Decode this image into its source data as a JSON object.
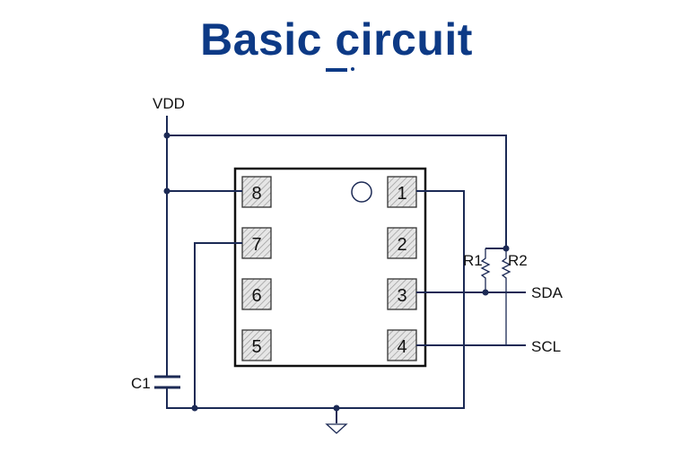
{
  "title": "Basic circuit",
  "labels": {
    "vdd": "VDD",
    "c1": "C1",
    "r1": "R1",
    "r2": "R2",
    "sda": "SDA",
    "scl": "SCL"
  },
  "pins": {
    "p1": "1",
    "p2": "2",
    "p3": "3",
    "p4": "4",
    "p5": "5",
    "p6": "6",
    "p7": "7",
    "p8": "8"
  },
  "colors": {
    "title": "#0d3a86",
    "wire": "#1c2a55"
  }
}
